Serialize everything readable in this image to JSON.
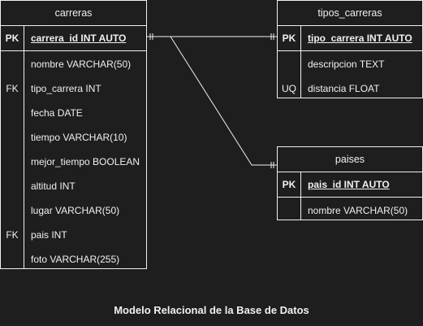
{
  "caption": "Modelo Relacional de la Base de Datos",
  "tables": {
    "carreras": {
      "name": "carreras",
      "pk": {
        "key": "PK",
        "field": "carrera_id INT AUTO"
      },
      "fields": [
        {
          "key": "",
          "field": "nombre VARCHAR(50)"
        },
        {
          "key": "FK",
          "field": "tipo_carrera INT"
        },
        {
          "key": "",
          "field": "fecha DATE"
        },
        {
          "key": "",
          "field": "tiempo VARCHAR(10)"
        },
        {
          "key": "",
          "field": "mejor_tiempo BOOLEAN"
        },
        {
          "key": "",
          "field": "altitud INT"
        },
        {
          "key": "",
          "field": "lugar VARCHAR(50)"
        },
        {
          "key": "FK",
          "field": "pais INT"
        },
        {
          "key": "",
          "field": "foto VARCHAR(255)"
        }
      ]
    },
    "tipos_carreras": {
      "name": "tipos_carreras",
      "pk": {
        "key": "PK",
        "field": "tipo_carrera INT AUTO"
      },
      "fields": [
        {
          "key": "",
          "field": "descripcion TEXT"
        },
        {
          "key": "UQ",
          "field": "distancia FLOAT"
        }
      ]
    },
    "paises": {
      "name": "paises",
      "pk": {
        "key": "PK",
        "field": "pais_id INT AUTO"
      },
      "fields": [
        {
          "key": "",
          "field": "nombre VARCHAR(50)"
        }
      ]
    }
  }
}
